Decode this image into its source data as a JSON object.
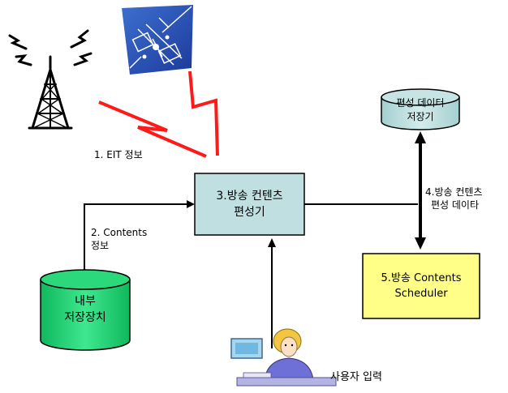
{
  "editor": {
    "line1": "3.방송 컨텐츠",
    "line2": "편성기"
  },
  "schedule_store": {
    "line1": "편성 데이터",
    "line2": "저장기"
  },
  "internal_storage": {
    "line1": "내부",
    "line2": "저장장치"
  },
  "scheduler": {
    "line1": "5.방송 Contents",
    "line2": "Scheduler"
  },
  "labels": {
    "eit": "1. EIT 정보",
    "contents_line1": "2. Contents",
    "contents_line2": "정보",
    "schedule_data_line1": "4.방송 컨텐츠",
    "schedule_data_line2": "편성 데이타",
    "user_input": "사용자 입력"
  },
  "icons": [
    "broadcast-tower-icon",
    "satellite-icon",
    "user-at-computer-icon"
  ],
  "colors": {
    "editor_fill": "#c0dfe0",
    "store_fill": "#bcdcdc",
    "storage_fill": "#18d070",
    "scheduler_fill": "#ffff88",
    "signal_red": "#ff1a1a"
  }
}
